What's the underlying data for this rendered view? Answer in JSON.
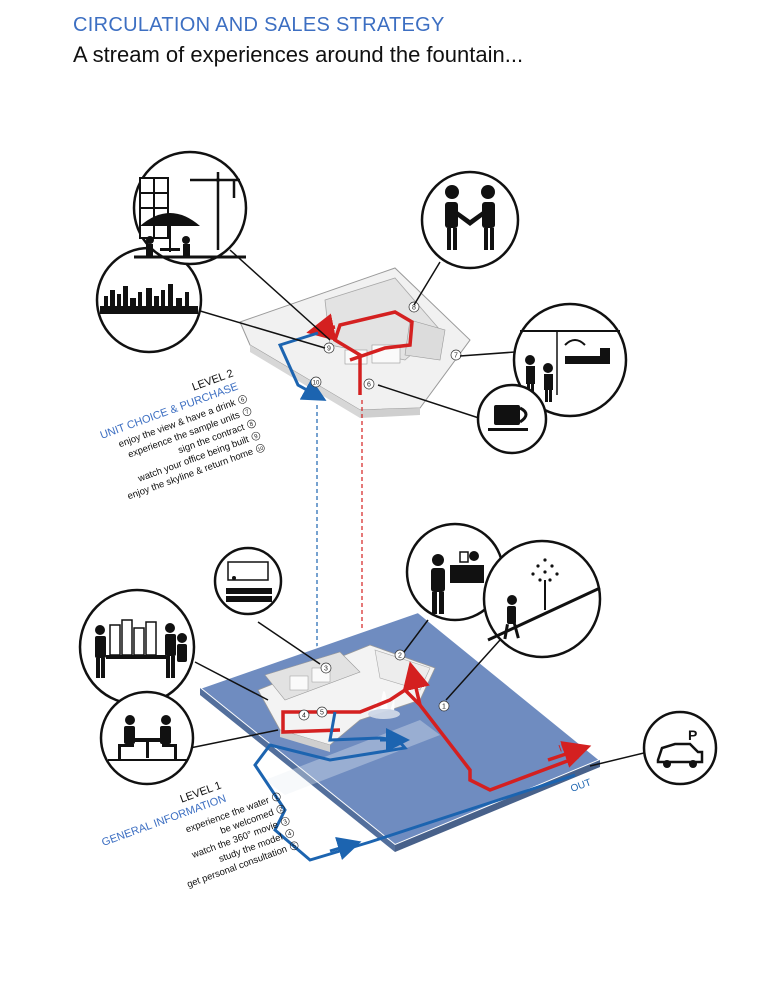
{
  "header": {
    "title": "CIRCULATION AND SALES STRATEGY",
    "subtitle": "A stream of experiences around the fountain..."
  },
  "level2": {
    "level": "LEVEL 2",
    "heading": "UNIT CHOICE & PURCHASE",
    "steps": [
      {
        "text": "enjoy the view & have a drink",
        "num": "6"
      },
      {
        "text": "experience the sample units",
        "num": "7"
      },
      {
        "text": "sign the contract",
        "num": "8"
      },
      {
        "text": "watch your office being built",
        "num": "9"
      },
      {
        "text": "enjoy the skyline & return home",
        "num": "10"
      }
    ]
  },
  "level1": {
    "level": "LEVEL 1",
    "heading": "GENERAL INFORMATION",
    "steps": [
      {
        "text": "experience the water",
        "num": "1"
      },
      {
        "text": "be welcomed",
        "num": "2"
      },
      {
        "text": "watch the 360° movie",
        "num": "3"
      },
      {
        "text": "study the model",
        "num": "4"
      },
      {
        "text": "get personal consultation",
        "num": "5"
      }
    ]
  },
  "markers": {
    "m1": "1",
    "m2": "2",
    "m3": "3",
    "m4": "4",
    "m5": "5",
    "m6": "6",
    "m7": "7",
    "m8": "8",
    "m9": "9",
    "m10": "10"
  },
  "flow": {
    "in_label": "IN",
    "out_label": "OUT",
    "parking_label": "P"
  },
  "colors": {
    "accent_blue": "#3d6fc2",
    "route_red": "#d42020",
    "route_blue": "#1c64b0",
    "pool": "#6f8cc0"
  }
}
